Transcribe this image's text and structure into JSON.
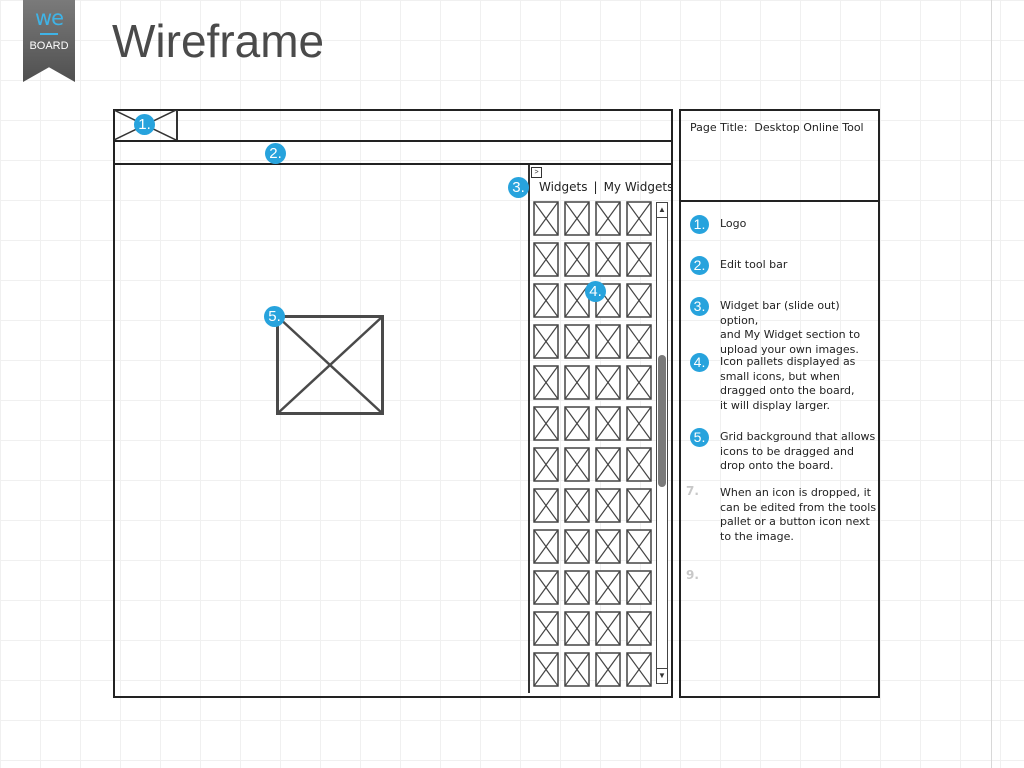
{
  "brand": {
    "logo_top": "we",
    "logo_bottom": "BOARD"
  },
  "slide": {
    "title": "Wireframe"
  },
  "wireframe": {
    "markers": {
      "logo": "1.",
      "toolbar": "2.",
      "widget_bar": "3.",
      "icon_pallet": "4.",
      "grid_item": "5."
    },
    "widget_bar": {
      "toggle": ">",
      "tab_widgets": "Widgets",
      "separator": "|",
      "tab_my_widgets": "My Widgets",
      "rows": 12,
      "cols": 4,
      "scroll_up": "▲",
      "scroll_down": "▼"
    }
  },
  "legend": {
    "page_title_label": "Page Title:",
    "page_title_value": "Desktop Online Tool",
    "items": [
      {
        "num": "1.",
        "text": "Logo",
        "style": "badge"
      },
      {
        "num": "2.",
        "text": "Edit tool bar",
        "style": "badge"
      },
      {
        "num": "3.",
        "text": "Widget bar (slide out) option,\nand My Widget section to\nupload your own images.",
        "style": "badge"
      },
      {
        "num": "4.",
        "text": "Icon pallets displayed as\nsmall icons, but when\ndragged onto the board,\n it will display larger.",
        "style": "badge"
      },
      {
        "num": "5.",
        "text": "Grid background that allows\nicons to be dragged and\ndrop onto the board.",
        "style": "badge"
      },
      {
        "num": "7.",
        "text": "When an icon is dropped, it\ncan be edited from the tools\npallet or a button icon next\n to the image.",
        "style": "plain"
      },
      {
        "num": "9.",
        "text": "",
        "style": "plain"
      }
    ]
  },
  "colors": {
    "accent": "#27a3dd",
    "line": "#222222",
    "logo_bg": "#5c5c5c"
  }
}
